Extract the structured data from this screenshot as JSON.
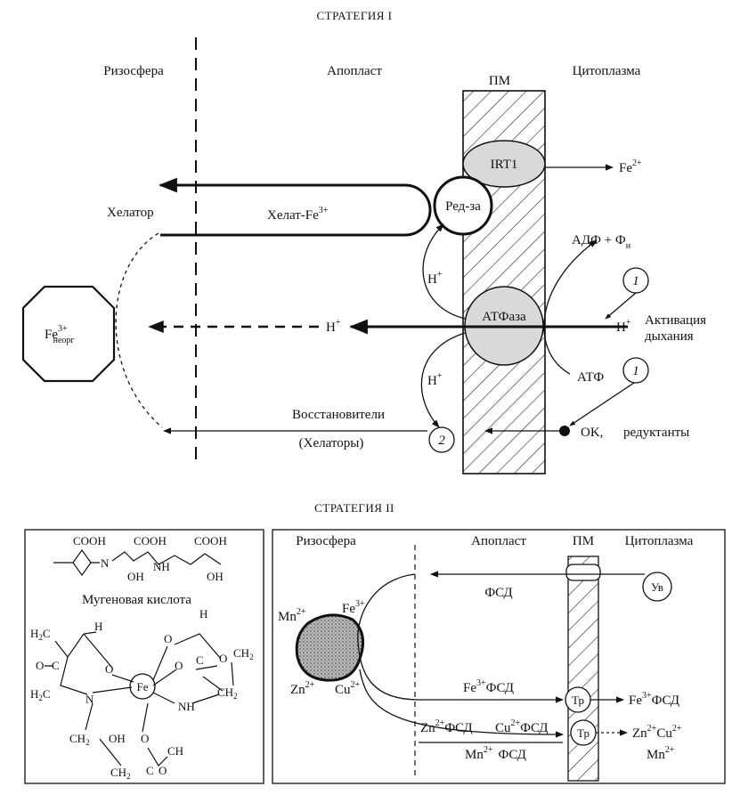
{
  "s1": {
    "title": "СТРАТЕГИЯ I",
    "zone_rhizo": "Ризосфера",
    "zone_apo": "Апопласт",
    "zone_pm": "ПМ",
    "zone_cyto": "Цитоплазма",
    "irt": "IRT1",
    "fe2": "Fe",
    "fe2_sup": "2+",
    "redza": "Ред-за",
    "chelator": "Хелатор",
    "chelate": "Хелат-Fe",
    "chelate_sup": "3+",
    "adf": "АДФ + Ф",
    "adf_sub": "н",
    "h": "H",
    "h_sup": "+",
    "atpase": "АТФаза",
    "activation1": "Активация",
    "activation2": "дыхания",
    "atf": "АТФ",
    "fe3": "Fe",
    "fe3_sup": "3+",
    "fe3_sub": "неорг",
    "num1": "1",
    "num2": "2",
    "reductants": "Восстановители",
    "chelators": "(Хелаторы)",
    "ok": "OK,",
    "ok2": "редуктанты"
  },
  "s2": {
    "title": "СТРАТЕГИЯ II",
    "cooh1": "COOH",
    "cooh2": "COOH",
    "cooh3": "COOH",
    "oh1": "OH",
    "nh1": "NH",
    "oh2": "OH",
    "n1": "N",
    "mugenic": "Мугеновая кислота",
    "h2c_a": "H",
    "h2c_a2": "2",
    "h2c_a3": "C",
    "h_top": "H",
    "h_right": "H",
    "ch2_r": "CH",
    "ch2_r2": "2",
    "o1": "O",
    "o2": "O",
    "o3": "O",
    "o4": "O",
    "o5": "O",
    "o6": "O",
    "c1": "C",
    "c2": "C",
    "c3": "C",
    "fe": "Fe",
    "n2": "N",
    "nh2": "NH",
    "ch2_b": "CH",
    "ch2_b2": "2",
    "h2c_b": "H",
    "h2c_b2": "2",
    "h2c_b3": "C",
    "ch2_c": "CH",
    "ch2_c2": "2",
    "ch2_d": "CH",
    "ch2_d2": "2",
    "oh3": "OH",
    "ch": "CH",
    "o7": "O",
    "zone_rhizo": "Ризосфера",
    "zone_apo": "Апопласт",
    "zone_pm": "ПМ",
    "zone_cyto": "Цитоплазма",
    "fsd": "ФСД",
    "uv": "Ув",
    "mn": "Mn",
    "mn_sup": "2+",
    "fe_sup": "3+",
    "zn": "Zn",
    "zn_sup": "2+",
    "cu": "Cu",
    "cu_sup": "2+",
    "fe3fsd": "Fe",
    "fe3fsd_sup": "3+",
    "fe3fsd_t": "ФСД",
    "tr": "Тр",
    "out_fe": "Fe",
    "out_fe_sup": "3+",
    "out_fe_t": "ФСД",
    "zncu1": "Zn",
    "zncu1_sup": "2+",
    "zncu1_t": "ФСД",
    "zncu2": "Cu",
    "zncu2_sup": "2+",
    "zncu2_t": "ФСД",
    "mnfsd": "Mn",
    "mnfsd_sup": "2+",
    "mnfsd_t": "ФСД",
    "out_zn": "Zn",
    "out_zn_sup": "2+",
    "out_cu": "Cu",
    "out_cu_sup": "2+",
    "out_mn": "Mn",
    "out_mn_sup": "2+"
  }
}
